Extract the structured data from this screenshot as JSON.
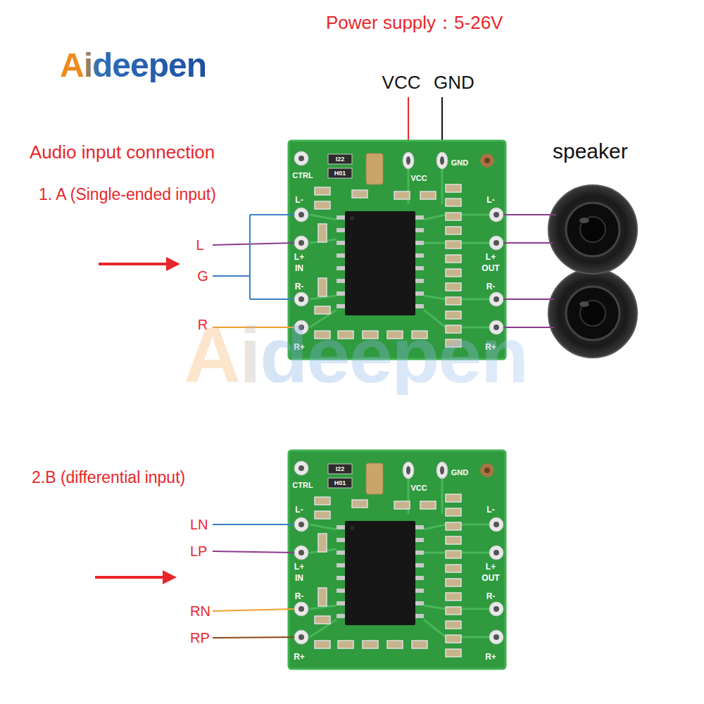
{
  "diagram": {
    "labels": [
      "Aideepen",
      "Power supply：5-26V",
      "VCC",
      "GND",
      "Audio input connection",
      "1. A (Single-ended input)",
      "L",
      "G",
      "R",
      "speaker",
      "I22",
      "H01",
      "CTRL",
      "VCC",
      "GND",
      "L-",
      "L+",
      "IN",
      "R-",
      "R+",
      "L-",
      "L+",
      "OUT",
      "R-",
      "R+",
      "Aideepen",
      "2.B (differential input)",
      "LN",
      "LP",
      "RN",
      "RP",
      "I22",
      "H01",
      "CTRL",
      "VCC",
      "GND",
      "L-",
      "L+",
      "IN",
      "R-",
      "R+",
      "L-",
      "L+",
      "OUT",
      "R-",
      "R+"
    ]
  }
}
